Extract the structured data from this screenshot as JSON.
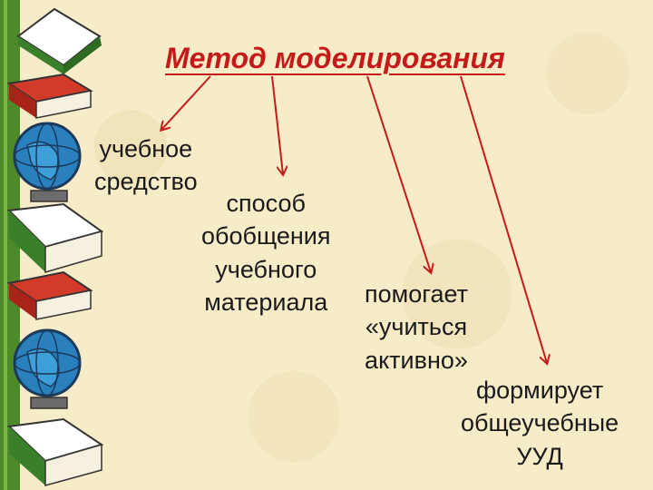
{
  "title": "Метод моделирования",
  "items": [
    {
      "lines": [
        "учебное",
        "средство"
      ]
    },
    {
      "lines": [
        "способ",
        "обобщения",
        "учебного",
        "материала"
      ]
    },
    {
      "lines": [
        "помогает",
        "«учиться",
        "активно»"
      ]
    },
    {
      "lines": [
        "формирует",
        "общеучебные",
        "УУД"
      ]
    }
  ],
  "colors": {
    "title": "#c41a1a",
    "arrow": "#c41a1a",
    "text": "#1a1a1a"
  }
}
